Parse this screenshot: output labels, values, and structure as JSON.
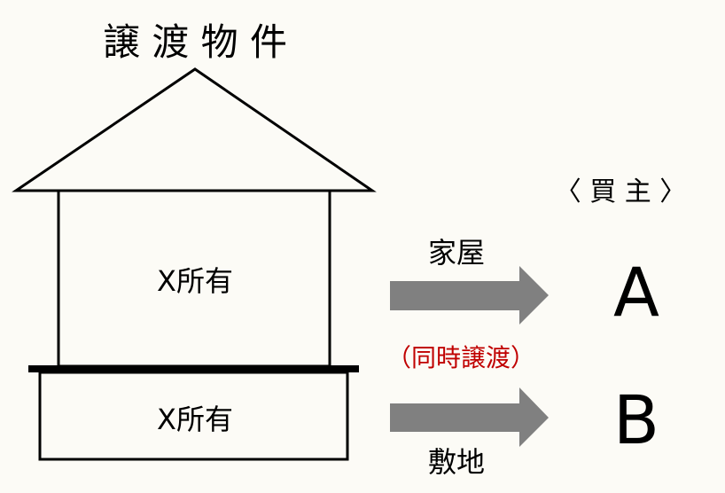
{
  "title": "譲 渡 物 件",
  "building": {
    "owner_label": "X所有"
  },
  "land": {
    "owner_label": "X所有"
  },
  "buyers_heading": "〈 買 主 〉",
  "transfers": [
    {
      "item": "家屋",
      "buyer": "A"
    },
    {
      "item": "敷地",
      "buyer": "B"
    }
  ],
  "simultaneous_note": "（同時譲渡）",
  "colors": {
    "background": "#fcfbf6",
    "arrow": "#808080",
    "note": "#c00000",
    "line": "#000000"
  }
}
